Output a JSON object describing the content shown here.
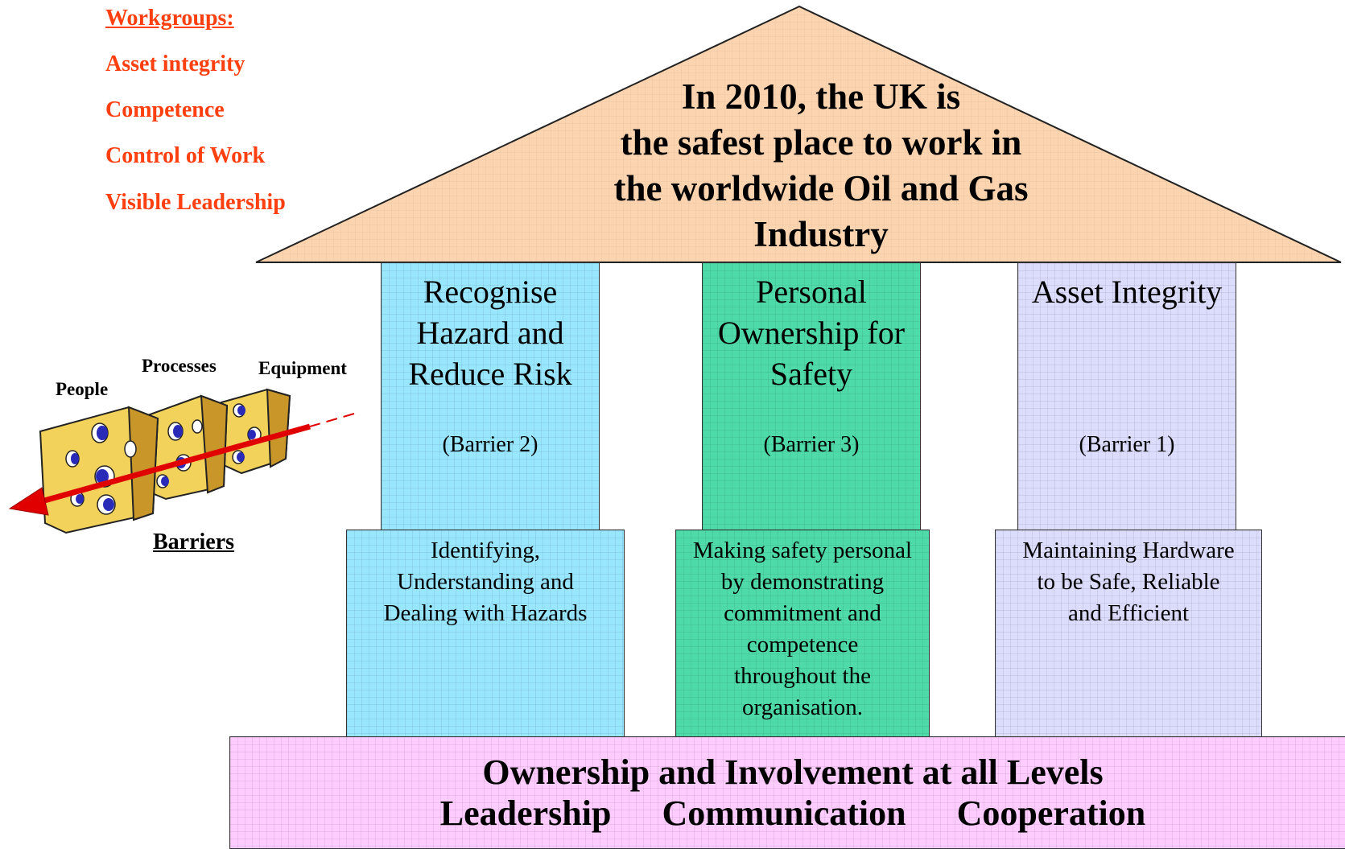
{
  "workgroups": {
    "heading": "Workgroups:",
    "items": [
      "Asset integrity",
      "Competence",
      "Control of Work",
      "Visible Leadership"
    ]
  },
  "roof": {
    "lines": [
      "In 2010, the UK is",
      "the safest place to work in",
      "the worldwide Oil and Gas",
      "Industry"
    ]
  },
  "pillars": [
    {
      "title_lines": [
        "Recognise",
        "Hazard and",
        "Reduce Risk"
      ],
      "barrier": "(Barrier 2)",
      "description_lines": [
        "Identifying,",
        "Understanding and",
        "Dealing with Hazards"
      ]
    },
    {
      "title_lines": [
        "Personal",
        "Ownership for",
        "Safety"
      ],
      "barrier": "(Barrier 3)",
      "description_lines": [
        "Making safety personal",
        "by demonstrating",
        "commitment and",
        "competence",
        "throughout the",
        "organisation."
      ]
    },
    {
      "title_lines": [
        "Asset Integrity"
      ],
      "barrier": "(Barrier 1)",
      "description_lines": [
        "Maintaining Hardware",
        "to be Safe, Reliable",
        "and Efficient"
      ]
    }
  ],
  "foundation": {
    "line1": "Ownership and Involvement at all Levels",
    "values": [
      "Leadership",
      "Communication",
      "Cooperation"
    ]
  },
  "cheese_model": {
    "labels": [
      "People",
      "Processes",
      "Equipment"
    ],
    "caption": "Barriers"
  },
  "colors": {
    "workgroup_text": "#ff3f0f",
    "roof": "#fcd5b0",
    "pillar_1": "#99e6ff",
    "pillar_2": "#4fdba9",
    "pillar_3": "#dcdcfd",
    "foundation": "#ffccff",
    "cheese": "#ffe680",
    "arrow": "#e00000"
  }
}
